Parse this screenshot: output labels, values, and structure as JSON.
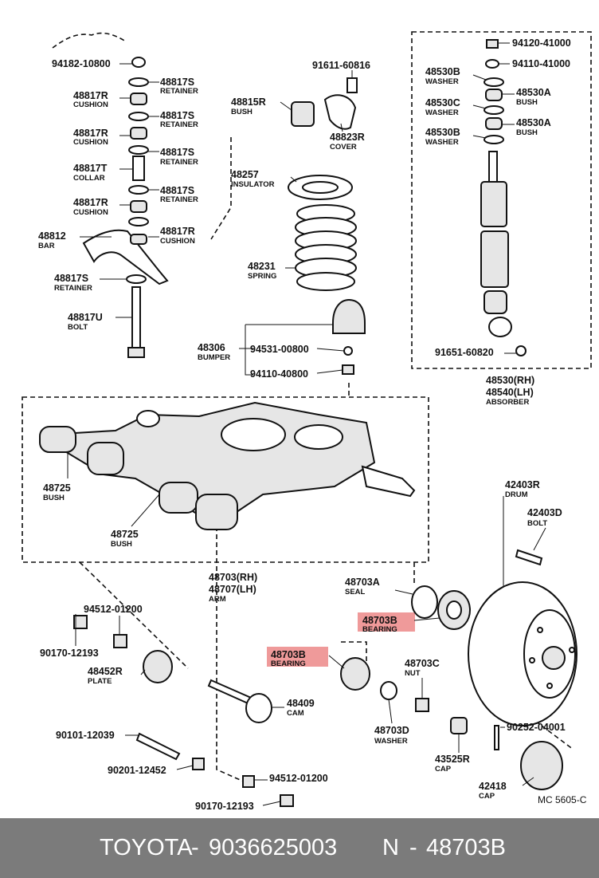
{
  "diagram": {
    "code": "MC 5605-C",
    "parts": [
      {
        "id": "p1",
        "number": "94182-10800",
        "name": ""
      },
      {
        "id": "p2",
        "number": "48817S",
        "name": "RETAINER"
      },
      {
        "id": "p3",
        "number": "48817R",
        "name": "CUSHION"
      },
      {
        "id": "p4",
        "number": "48817S",
        "name": "RETAINER"
      },
      {
        "id": "p5",
        "number": "48817R",
        "name": "CUSHION"
      },
      {
        "id": "p6",
        "number": "48817S",
        "name": "RETAINER"
      },
      {
        "id": "p7",
        "number": "48817T",
        "name": "COLLAR"
      },
      {
        "id": "p8",
        "number": "48817S",
        "name": "RETAINER"
      },
      {
        "id": "p9",
        "number": "48817R",
        "name": "CUSHION"
      },
      {
        "id": "p10",
        "number": "48812",
        "name": "BAR"
      },
      {
        "id": "p11",
        "number": "48817R",
        "name": "CUSHION"
      },
      {
        "id": "p12",
        "number": "48817S",
        "name": "RETAINER"
      },
      {
        "id": "p13",
        "number": "48817U",
        "name": "BOLT"
      },
      {
        "id": "p14",
        "number": "91611-60816",
        "name": ""
      },
      {
        "id": "p15",
        "number": "48815R",
        "name": "BUSH"
      },
      {
        "id": "p16",
        "number": "48823R",
        "name": "COVER"
      },
      {
        "id": "p17",
        "number": "48257",
        "name": "INSULATOR"
      },
      {
        "id": "p18",
        "number": "48231",
        "name": "SPRING"
      },
      {
        "id": "p19",
        "number": "48306",
        "name": "BUMPER"
      },
      {
        "id": "p20",
        "number": "94531-00800",
        "name": ""
      },
      {
        "id": "p21",
        "number": "94110-40800",
        "name": ""
      },
      {
        "id": "p22",
        "number": "94120-41000",
        "name": ""
      },
      {
        "id": "p23",
        "number": "94110-41000",
        "name": ""
      },
      {
        "id": "p24",
        "number": "48530B",
        "name": "WASHER"
      },
      {
        "id": "p25",
        "number": "48530A",
        "name": "BUSH"
      },
      {
        "id": "p26",
        "number": "48530C",
        "name": "WASHER"
      },
      {
        "id": "p27",
        "number": "48530B",
        "name": "WASHER"
      },
      {
        "id": "p28",
        "number": "48530A",
        "name": "BUSH"
      },
      {
        "id": "p29",
        "number": "91651-60820",
        "name": ""
      },
      {
        "id": "p30",
        "number": "48530(RH)",
        "name": ""
      },
      {
        "id": "p31",
        "number": "48540(LH)",
        "name": "ABSORBER"
      },
      {
        "id": "p32",
        "number": "48725",
        "name": "BUSH"
      },
      {
        "id": "p33",
        "number": "48725",
        "name": "BUSH"
      },
      {
        "id": "p34",
        "number": "48703(RH)",
        "name": ""
      },
      {
        "id": "p35",
        "number": "48707(LH)",
        "name": "ARM"
      },
      {
        "id": "p36",
        "number": "42403R",
        "name": "DRUM"
      },
      {
        "id": "p37",
        "number": "42403D",
        "name": "BOLT"
      },
      {
        "id": "p38",
        "number": "48703A",
        "name": "SEAL"
      },
      {
        "id": "p39",
        "number": "48703B",
        "name": "BEARING",
        "highlight": true
      },
      {
        "id": "p40",
        "number": "48703B",
        "name": "BEARING",
        "highlight": true
      },
      {
        "id": "p41",
        "number": "94512-01200",
        "name": ""
      },
      {
        "id": "p42",
        "number": "90170-12193",
        "name": ""
      },
      {
        "id": "p43",
        "number": "48452R",
        "name": "PLATE"
      },
      {
        "id": "p44",
        "number": "48703C",
        "name": "NUT"
      },
      {
        "id": "p45",
        "number": "48409",
        "name": "CAM"
      },
      {
        "id": "p46",
        "number": "48703D",
        "name": "WASHER"
      },
      {
        "id": "p47",
        "number": "90101-12039",
        "name": ""
      },
      {
        "id": "p48",
        "number": "90252-04001",
        "name": ""
      },
      {
        "id": "p49",
        "number": "43525R",
        "name": "CAP"
      },
      {
        "id": "p50",
        "number": "90201-12452",
        "name": ""
      },
      {
        "id": "p51",
        "number": "94512-01200",
        "name": ""
      },
      {
        "id": "p52",
        "number": "42418",
        "name": "CAP"
      },
      {
        "id": "p53",
        "number": "90170-12193",
        "name": ""
      }
    ]
  },
  "footer": {
    "brand": "TOYOTA",
    "sep1": "-",
    "part_number": "9036625003",
    "n_label": "N",
    "sep2": "-",
    "ref": "48703B"
  }
}
